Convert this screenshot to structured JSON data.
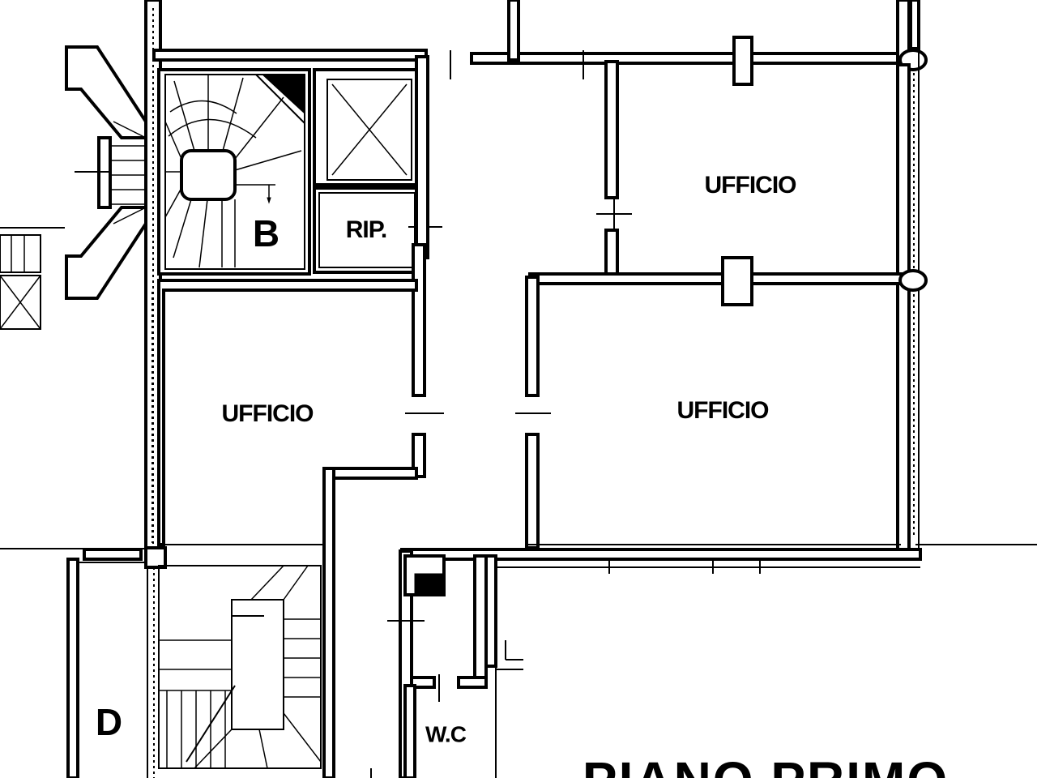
{
  "plan": {
    "title": "PIANO PRIMO",
    "rooms": {
      "office_top_right": "UFFICIO",
      "office_left": "UFFICIO",
      "office_right": "UFFICIO",
      "storage": "RIP.",
      "stair_b": "B",
      "stair_d": "D",
      "wc": "W.C"
    }
  },
  "colors": {
    "ink": "#000000",
    "paper": "#ffffff"
  }
}
